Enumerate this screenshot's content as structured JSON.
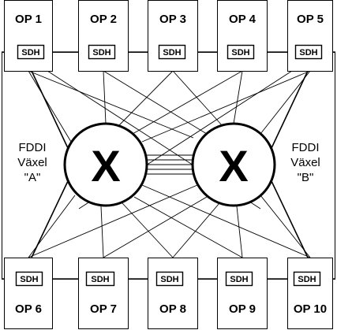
{
  "diagram": {
    "top_nodes": [
      {
        "label": "OP 1",
        "interface": "SDH"
      },
      {
        "label": "OP 2",
        "interface": "SDH"
      },
      {
        "label": "OP 3",
        "interface": "SDH"
      },
      {
        "label": "OP 4",
        "interface": "SDH"
      },
      {
        "label": "OP 5",
        "interface": "SDH"
      }
    ],
    "bottom_nodes": [
      {
        "label": "OP 6",
        "interface": "SDH"
      },
      {
        "label": "OP 7",
        "interface": "SDH"
      },
      {
        "label": "OP 8",
        "interface": "SDH"
      },
      {
        "label": "OP 9",
        "interface": "SDH"
      },
      {
        "label": "OP 10",
        "interface": "SDH"
      }
    ],
    "switches": [
      {
        "symbol": "X",
        "label_lines": [
          "FDDI",
          "Växel",
          "\"A\""
        ]
      },
      {
        "symbol": "X",
        "label_lines": [
          "FDDI",
          "Växel",
          "\"B\""
        ]
      }
    ]
  }
}
